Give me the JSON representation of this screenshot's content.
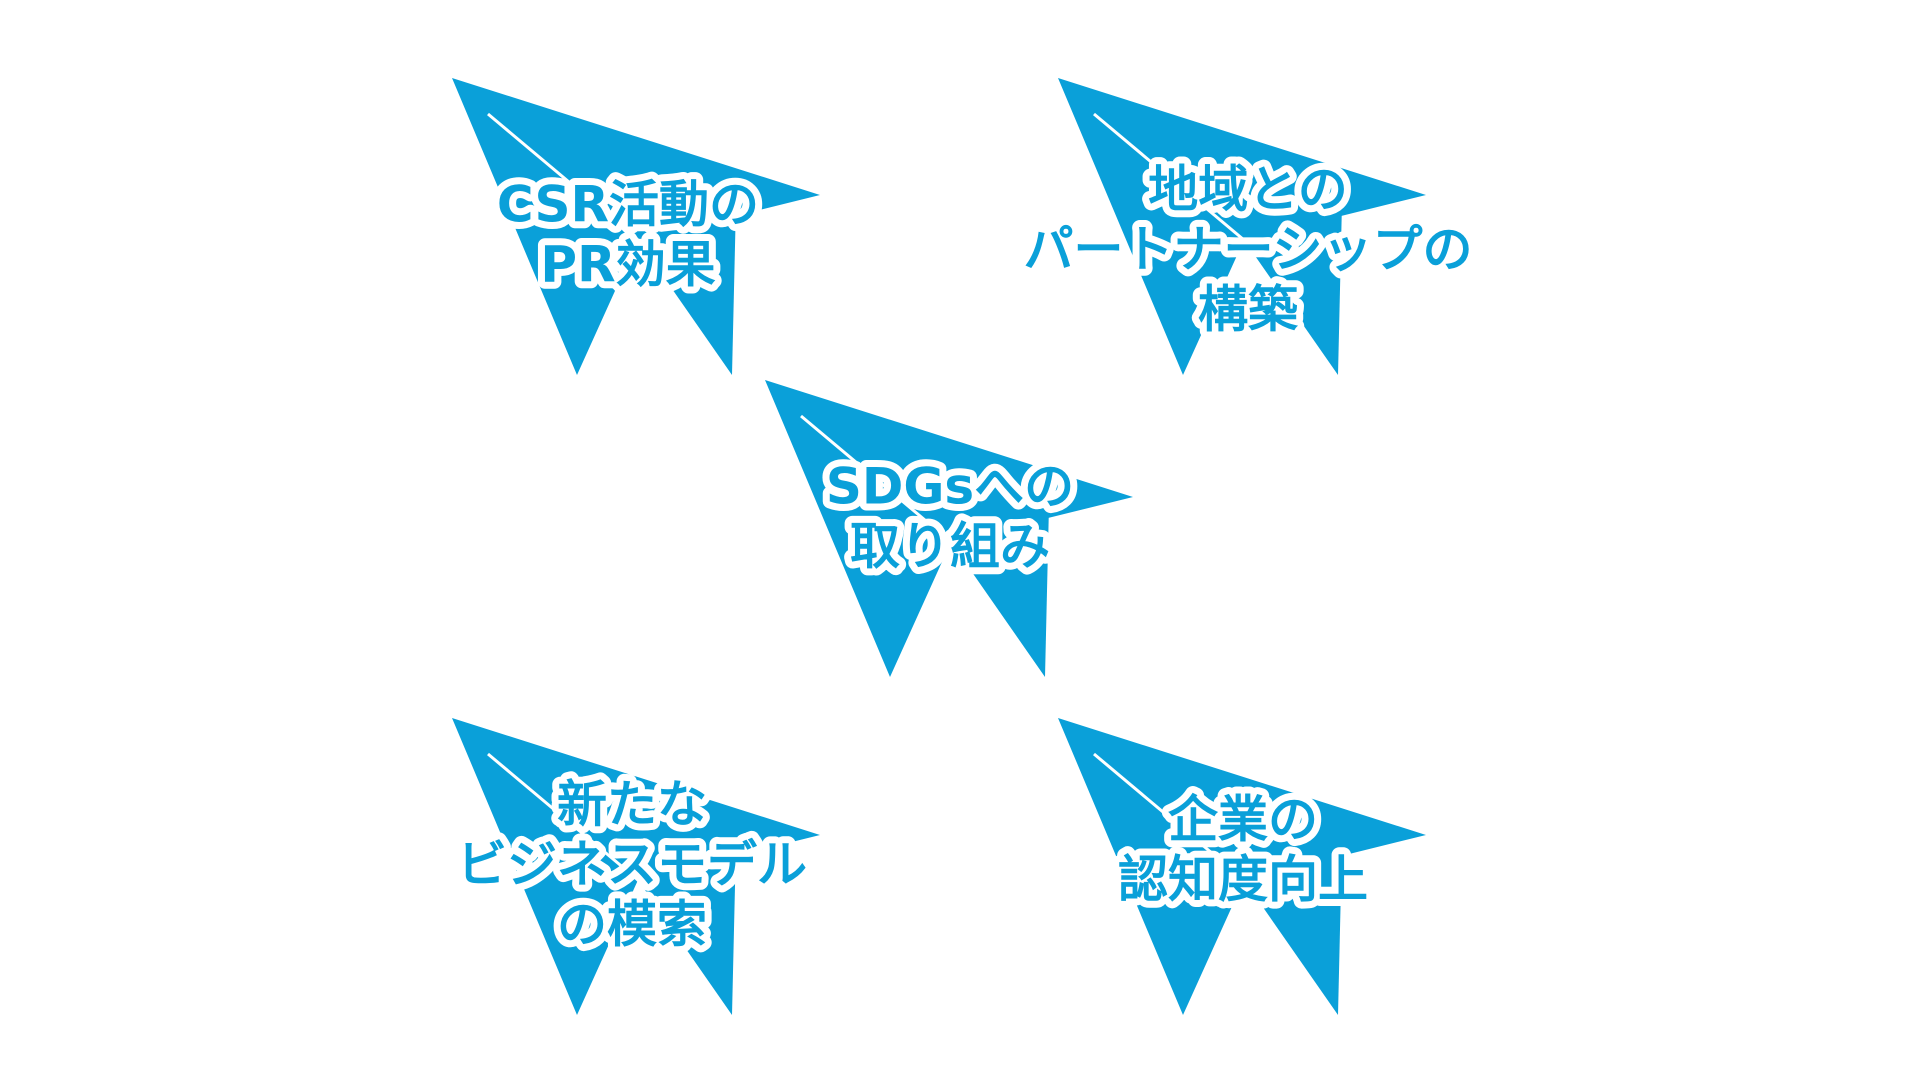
{
  "colors": {
    "plane": "#0aa0d9",
    "text_outline": "#ffffff",
    "background": "#ffffff"
  },
  "planes": [
    {
      "id": "csr-pr",
      "icon": "paper-plane-icon",
      "lines": [
        "CSR活動の",
        "PR効果"
      ]
    },
    {
      "id": "local-partnership",
      "icon": "paper-plane-icon",
      "lines": [
        "地域との",
        "パートナーシップの",
        "構築"
      ]
    },
    {
      "id": "sdgs",
      "icon": "paper-plane-icon",
      "lines": [
        "SDGsへの",
        "取り組み"
      ]
    },
    {
      "id": "new-business",
      "icon": "paper-plane-icon",
      "lines": [
        "新たな",
        "ビジネスモデル",
        "の模索"
      ]
    },
    {
      "id": "recognition",
      "icon": "paper-plane-icon",
      "lines": [
        "企業の",
        "認知度向上"
      ]
    }
  ]
}
